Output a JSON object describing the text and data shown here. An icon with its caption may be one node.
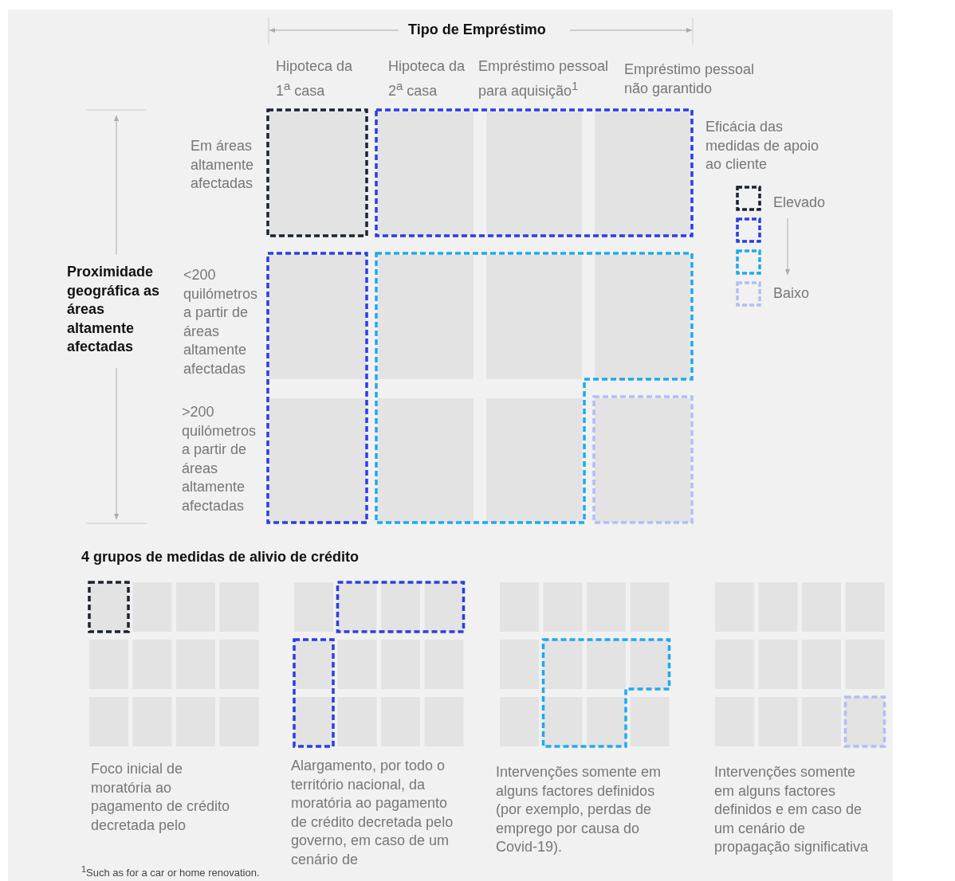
{
  "diagram": {
    "labels": [
      "Tipo de Empréstimo",
      "Hipoteca da 1$^{a}$ casa",
      "Hipoteca da 2$^{a}$ casa",
      "Empréstimo pessoal para aquisição$^{1}$",
      "Empréstimo pessoal não garantido",
      "Eficácia das medidas de apoio ao cliente",
      "Em áreas altamente afectadas",
      "Proximidade geográfica as áreas altamente afectadas",
      "<200 quilómetros a partir de áreas altamente afectadas",
      ">200 quilómetros a partir de áreas altamente afectadas",
      "4 grupos de medidas de alivio de crédito",
      "Foco inicial de moratória ao pagamento de crédito decretada pelo",
      "Alargamento, por todo o território nacional, da moratória ao pagamento de crédito decretada pelo governo, em caso de um cenário de",
      "Intervenções somente em alguns factores definidos (por exemplo, perdas de emprego por causa do Covid-19).",
      "Intervenções somente em alguns factores definidos e em caso de um cenário de propagação significativa",
      "$^{1}$Such as for a car or home renovation."
    ],
    "legend": [
      {
        "text": "Elevado",
        "color": "#1b2330"
      },
      {
        "text": "Baixo",
        "color": "#b3bdf7"
      }
    ]
  }
}
